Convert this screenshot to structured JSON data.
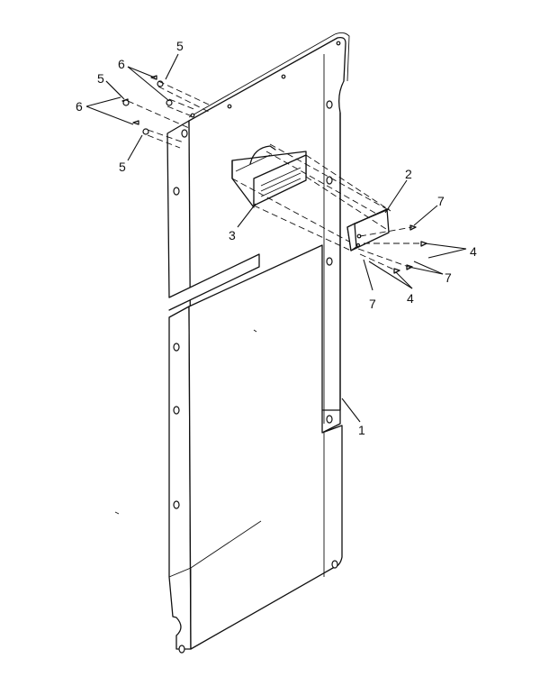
{
  "diagram": {
    "callouts": {
      "c1": "1",
      "c2": "2",
      "c3": "3",
      "c4a": "4",
      "c4b": "4",
      "c5a": "5",
      "c5b": "5",
      "c5c": "5",
      "c6a": "6",
      "c6b": "6",
      "c7a": "7",
      "c7b": "7",
      "c7c": "7"
    },
    "colors": {
      "line": "#111111",
      "background": "#ffffff"
    }
  }
}
